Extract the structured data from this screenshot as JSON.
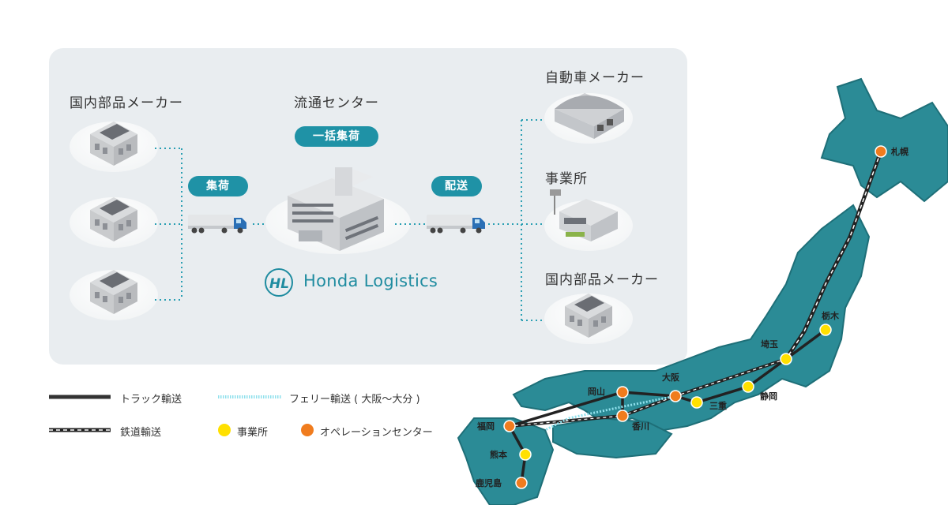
{
  "labels": {
    "supplier_top": "国内部品メーカー",
    "center": "流通センター",
    "automaker": "自動車メーカー",
    "office": "事業所",
    "supplier_right": "国内部品メーカー"
  },
  "pills": {
    "consolidate": "一括集荷",
    "pickup": "集荷",
    "delivery": "配送"
  },
  "brand": {
    "name": "Honda Logistics",
    "mark": "HL"
  },
  "legend": {
    "truck": "トラック輸送",
    "ferry": "フェリー輸送 ( 大阪〜大分 )",
    "rail": "鉄道輸送",
    "office": "事業所",
    "operation_center": "オペレーションセンター"
  },
  "cities": {
    "sapporo": "札幌",
    "tochigi": "栃木",
    "saitama": "埼玉",
    "shizuoka": "静岡",
    "mie": "三重",
    "osaka": "大阪",
    "okayama": "岡山",
    "kagawa": "香川",
    "fukuoka": "福岡",
    "kumamoto": "熊本",
    "kagoshima": "鹿児島"
  },
  "colors": {
    "teal": "#1f92a6",
    "map": "#2b8b96",
    "office": "#ffe000",
    "operation_center": "#f07c1e",
    "truck_line": "#333333",
    "ferry_line": "#7fd6e3"
  }
}
